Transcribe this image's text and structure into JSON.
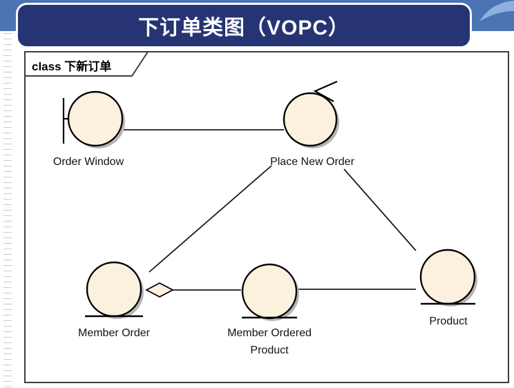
{
  "slide": {
    "title": "下订单类图（VOPC）"
  },
  "frame": {
    "label": "class 下新订单"
  },
  "diagram": {
    "type": "uml-analysis-class-diagram",
    "nodes": [
      {
        "id": "order-window",
        "label": "Order Window",
        "stereotype": "boundary"
      },
      {
        "id": "place-new-order",
        "label": "Place New Order",
        "stereotype": "control"
      },
      {
        "id": "member-order",
        "label": "Member Order",
        "stereotype": "entity"
      },
      {
        "id": "member-ordered-product",
        "label_line1": "Member Ordered",
        "label_line2": "Product",
        "stereotype": "entity"
      },
      {
        "id": "product",
        "label": "Product",
        "stereotype": "entity"
      }
    ],
    "relationships": [
      {
        "from": "Order Window",
        "to": "Place New Order",
        "type": "association"
      },
      {
        "from": "Place New Order",
        "to": "Member Order",
        "type": "association"
      },
      {
        "from": "Place New Order",
        "to": "Product",
        "type": "association"
      },
      {
        "from": "Member Order",
        "to": "Member Ordered Product",
        "type": "aggregation"
      },
      {
        "from": "Member Ordered Product",
        "to": "Product",
        "type": "association"
      }
    ]
  },
  "colors": {
    "title_box_bg": "#273473",
    "top_band": "#4C73B3",
    "swoosh": "#8FB0DE",
    "node_fill": "#FBF1DE",
    "node_stroke": "#000000",
    "shadow": "#b5b5b5",
    "frame_border": "#3d3d3d"
  }
}
